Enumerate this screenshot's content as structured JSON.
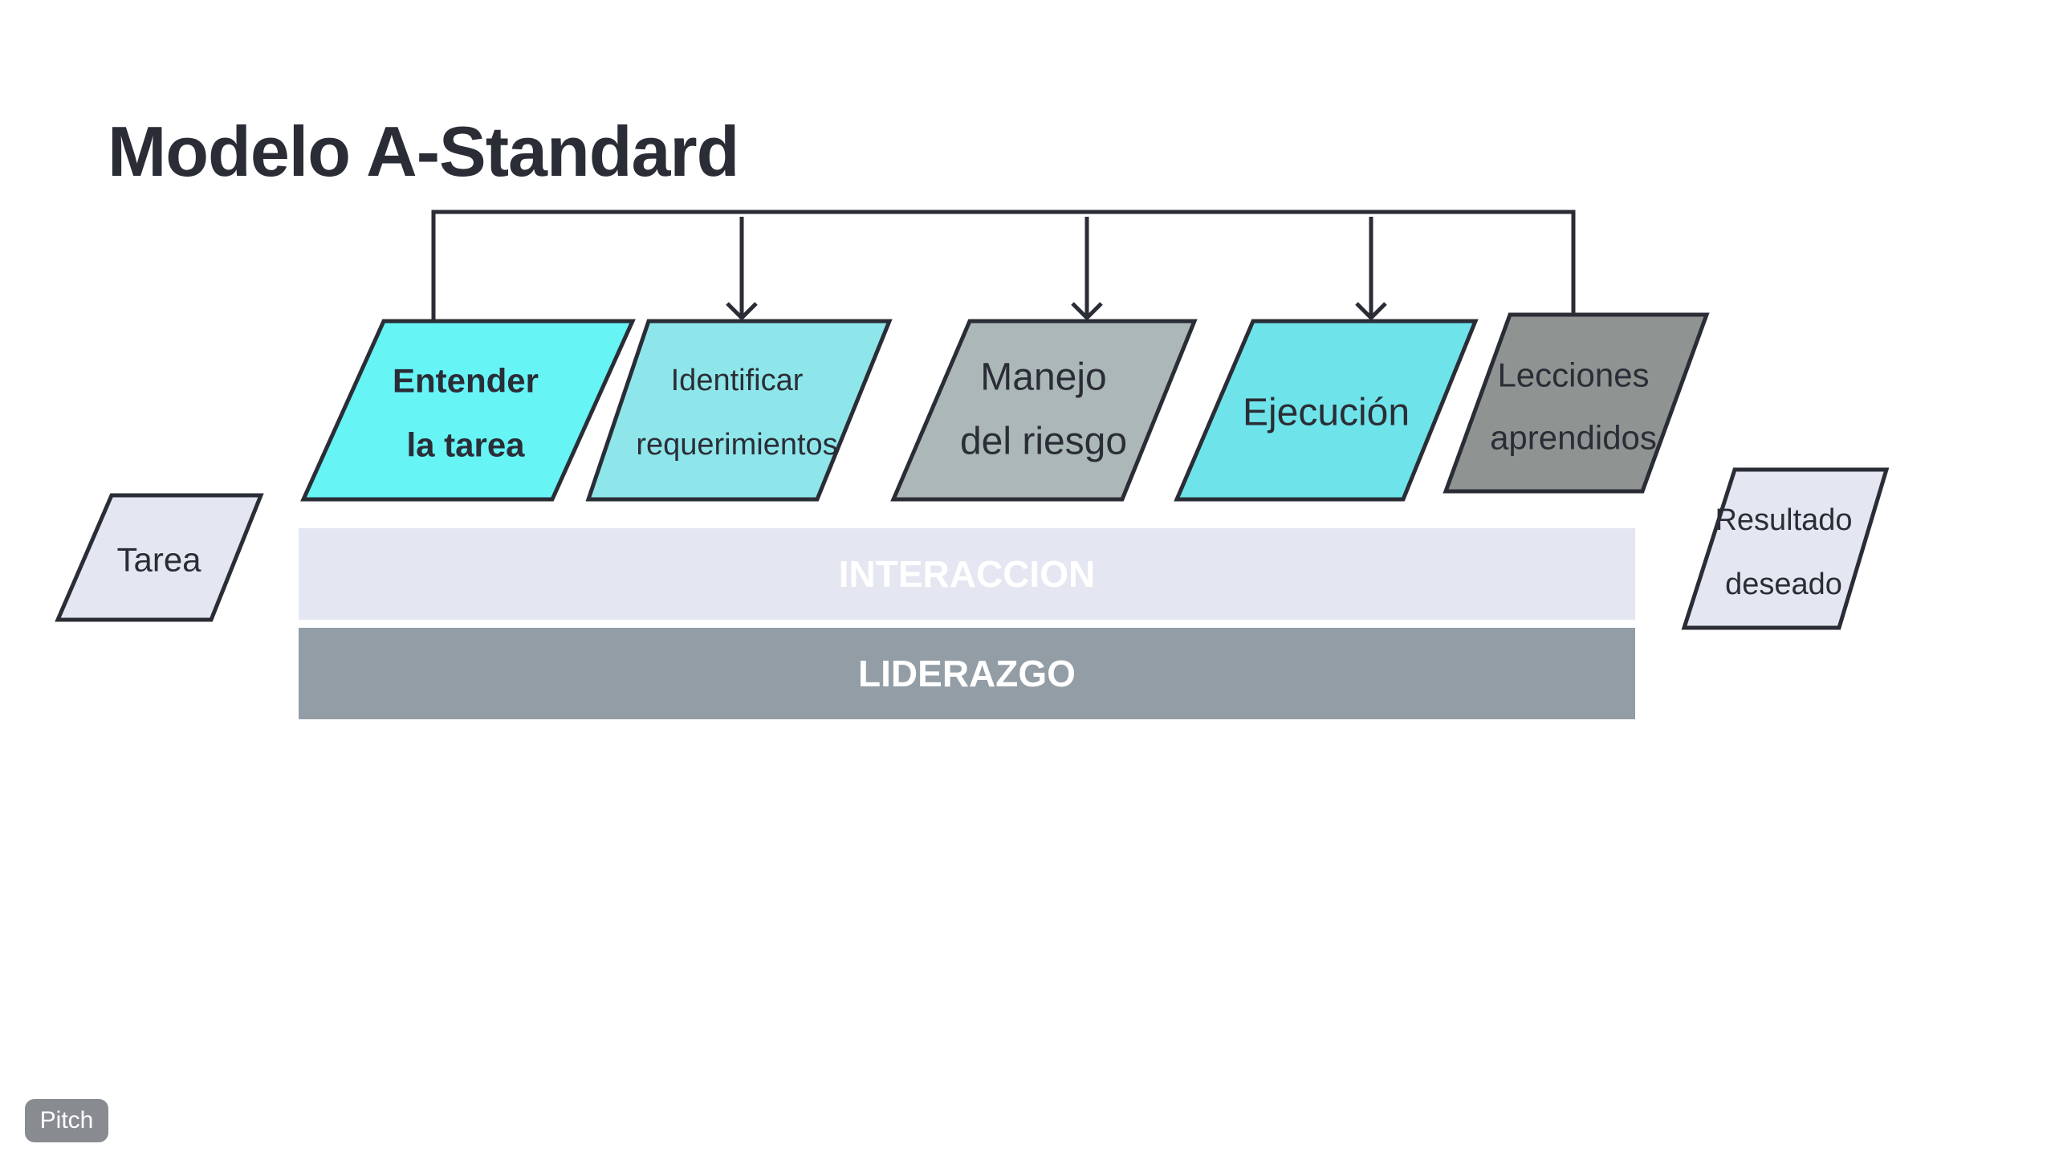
{
  "title": "Modelo A-Standard",
  "colors": {
    "stroke": "#2b2d36",
    "step_understand": "#66f4f5",
    "step_identify": "#8ee6ea",
    "step_risk": "#acb8b7",
    "step_execution": "#6ee4ea",
    "step_lessons": "#8f9493",
    "io_shape": "#e4e7f1",
    "band_interaccion": "#e4e7f1",
    "band_liderazgo": "#939da6"
  },
  "input": {
    "lines": [
      "Tarea"
    ]
  },
  "steps": [
    {
      "id": "entender",
      "lines": [
        "Entender",
        "la tarea"
      ],
      "bold": true
    },
    {
      "id": "identificar",
      "lines": [
        "Identificar",
        "requerimientos"
      ],
      "bold": false
    },
    {
      "id": "manejo",
      "lines": [
        "Manejo",
        "del riesgo"
      ],
      "bold": false
    },
    {
      "id": "ejecucion",
      "lines": [
        "Ejecución"
      ],
      "bold": false
    },
    {
      "id": "lecciones",
      "lines": [
        "Lecciones",
        "aprendidos"
      ],
      "bold": false
    }
  ],
  "output": {
    "lines": [
      "Resultado",
      "deseado"
    ]
  },
  "bands": {
    "interaccion": "INTERACCION",
    "liderazgo": "LIDERAZGO"
  },
  "badge": "Pitch"
}
